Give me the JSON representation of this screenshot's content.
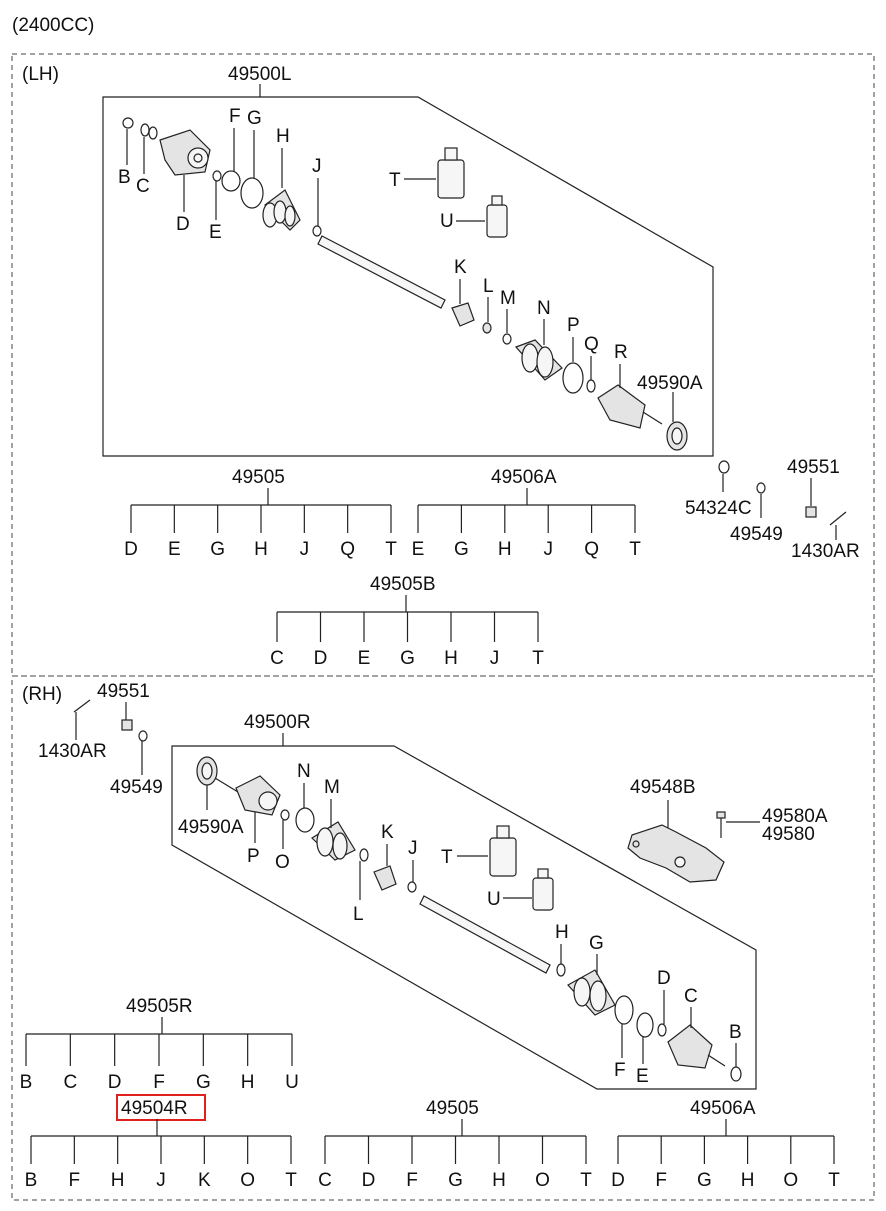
{
  "engine_note": "(2400CC)",
  "colors": {
    "highlight": "#e0201c",
    "line": "#222222"
  },
  "lh": {
    "section_label": "(LH)",
    "assembly": "49500L",
    "part_letters": [
      "B",
      "C",
      "D",
      "E",
      "F",
      "G",
      "H",
      "J",
      "T",
      "U",
      "K",
      "L",
      "M",
      "N",
      "P",
      "Q",
      "R"
    ],
    "gear_ring": "49590A",
    "extras": [
      "49551",
      "54324C",
      "49549",
      "1430AR"
    ],
    "kits": [
      {
        "part_no": "49505",
        "members": [
          "D",
          "E",
          "G",
          "H",
          "J",
          "Q",
          "T"
        ]
      },
      {
        "part_no": "49506A",
        "members": [
          "E",
          "G",
          "H",
          "J",
          "Q",
          "T"
        ]
      },
      {
        "part_no": "49505B",
        "members": [
          "C",
          "D",
          "E",
          "G",
          "H",
          "J",
          "T"
        ]
      }
    ]
  },
  "rh": {
    "section_label": "(RH)",
    "assembly": "49500R",
    "extras": [
      "49551",
      "1430AR",
      "49549"
    ],
    "gear_ring": "49590A",
    "part_letters": [
      "P",
      "O",
      "N",
      "M",
      "K",
      "J",
      "L",
      "T",
      "U",
      "H",
      "G",
      "D",
      "C",
      "B",
      "F",
      "E"
    ],
    "bracket": "49548B",
    "bolts": [
      "49580A",
      "49580"
    ],
    "kits": [
      {
        "part_no": "49505R",
        "members": [
          "B",
          "C",
          "D",
          "F",
          "G",
          "H",
          "U"
        ]
      },
      {
        "part_no": "49504R",
        "members": [
          "B",
          "F",
          "H",
          "J",
          "K",
          "O",
          "T"
        ],
        "highlighted": true
      },
      {
        "part_no": "49505",
        "members": [
          "C",
          "D",
          "F",
          "G",
          "H",
          "O",
          "T"
        ]
      },
      {
        "part_no": "49506A",
        "members": [
          "D",
          "F",
          "G",
          "H",
          "O",
          "T"
        ]
      }
    ]
  }
}
